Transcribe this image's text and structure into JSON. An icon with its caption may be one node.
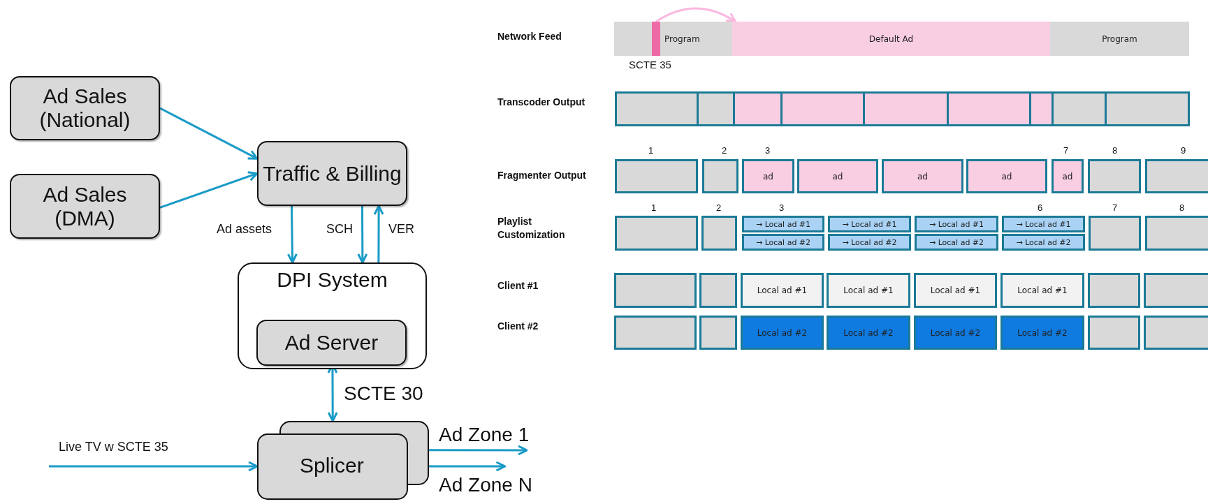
{
  "diagram": {
    "nodes": [
      {
        "text": [
          "Ad Sales (National)"
        ]
      },
      {
        "text": [
          "Ad Sales (DMA)"
        ]
      },
      {
        "text": [
          "Traffic & Billing"
        ]
      },
      {
        "text": [
          "DPI System"
        ]
      },
      {
        "text": [
          "Ad Server"
        ],
        "in": 3
      },
      {
        "text": [
          "Splicer"
        ]
      },
      {
        "text": [
          "Ad Zone 1"
        ]
      },
      {
        "text": [
          "Ad Zone N"
        ]
      },
      {
        "text": [
          "Program"
        ]
      },
      {
        "text": [],
        "shape": "bar",
        "beside": [
          "SCTE 35"
        ],
        "in": 8
      },
      {
        "text": [
          "Default Ad"
        ]
      },
      {
        "text": [
          "Program"
        ]
      },
      {
        "text": [],
        "shape": "box"
      },
      {
        "text": [],
        "shape": "box"
      },
      {
        "text": [],
        "shape": "box"
      },
      {
        "text": [],
        "shape": "box"
      },
      {
        "text": [],
        "shape": "box"
      },
      {
        "text": [],
        "shape": "box"
      },
      {
        "text": [],
        "shape": "box"
      },
      {
        "text": [],
        "shape": "box"
      },
      {
        "text": [],
        "shape": "box"
      },
      {
        "text": [],
        "shape": "box"
      },
      {
        "text": [],
        "shape": "box"
      },
      {
        "text": [
          "ad"
        ]
      },
      {
        "text": [
          "ad"
        ]
      },
      {
        "text": [
          "ad"
        ]
      },
      {
        "text": [
          "ad"
        ]
      },
      {
        "text": [
          "ad"
        ]
      },
      {
        "text": [],
        "shape": "box"
      },
      {
        "text": [],
        "shape": "box"
      },
      {
        "text": [],
        "shape": "box"
      },
      {
        "text": [],
        "shape": "box"
      },
      {
        "text": [
          "→ Local ad #1"
        ]
      },
      {
        "text": [
          "→ Local ad #2"
        ]
      },
      {
        "text": [
          "→ Local ad #1"
        ]
      },
      {
        "text": [
          "→ Local ad #2"
        ]
      },
      {
        "text": [
          "→ Local ad #1"
        ]
      },
      {
        "text": [
          "→ Local ad #2"
        ]
      },
      {
        "text": [
          "→ Local ad #1"
        ]
      },
      {
        "text": [
          "→ Local ad #2"
        ]
      },
      {
        "text": [],
        "shape": "box"
      },
      {
        "text": [],
        "shape": "box"
      },
      {
        "text": [],
        "shape": "box"
      },
      {
        "text": [],
        "shape": "box"
      },
      {
        "text": [
          "Local ad #1"
        ]
      },
      {
        "text": [
          "Local ad #1"
        ]
      },
      {
        "text": [
          "Local ad #1"
        ]
      },
      {
        "text": [
          "Local ad #1"
        ]
      },
      {
        "text": [],
        "shape": "box"
      },
      {
        "text": [],
        "shape": "box"
      },
      {
        "text": [],
        "shape": "box"
      },
      {
        "text": [],
        "shape": "box"
      },
      {
        "text": [
          "Local ad #2"
        ]
      },
      {
        "text": [
          "Local ad #2"
        ]
      },
      {
        "text": [
          "Local ad #2"
        ]
      },
      {
        "text": [
          "Local ad #2"
        ]
      },
      {
        "text": [],
        "shape": "box"
      },
      {
        "text": [],
        "shape": "box"
      }
    ],
    "edges": [
      {
        "from": 0,
        "to": 2,
        "arrow": "to"
      },
      {
        "from": 1,
        "to": 2,
        "arrow": "to"
      },
      {
        "from": 2,
        "to": 3,
        "label": "Ad assets",
        "arrow": "to"
      },
      {
        "from": 2,
        "to": 3,
        "label": "SCH",
        "arrow": "to"
      },
      {
        "from": 3,
        "to": 2,
        "label": "VER",
        "arrow": "to"
      },
      {
        "from": 4,
        "to": 5,
        "label": "SCTE 30",
        "arrow": "both"
      },
      {
        "from": null,
        "to": 5,
        "label": "Live TV w SCTE 35",
        "arrow": "to"
      },
      {
        "from": 5,
        "to": 6,
        "arrow": "to"
      },
      {
        "from": 5,
        "to": 7,
        "arrow": "to"
      },
      {
        "from": 9,
        "to": 10,
        "arrow": "to",
        "color": "#f9b7e0"
      }
    ],
    "labels": [
      "Network Feed",
      "Transcoder Output",
      "1",
      "2",
      "3",
      "7",
      "8",
      "9",
      "Fragmenter Output",
      "1",
      "2",
      "3",
      "6",
      "7",
      "8",
      "Playlist Customization",
      "Client #1",
      "Client #2"
    ]
  }
}
